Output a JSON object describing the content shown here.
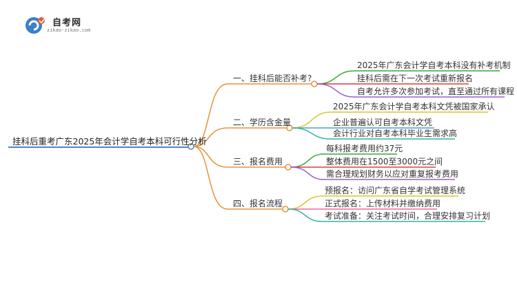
{
  "site": {
    "name": "自考网",
    "url": "zikao-zikao.com"
  },
  "root": "挂科后重考广东2025年会计学自考本科可行性分析",
  "colors": {
    "root_line": "#4a86c8",
    "branch": "#e8913a",
    "leaf_green": "#3aa63a",
    "leaf_red": "#e03a3a",
    "leaf_purple": "#9a5cd0",
    "leaf_yellow": "#d9c62a",
    "leaf_blue": "#4a9ed8",
    "leaf_teal": "#2fb3a0",
    "leaf_pink": "#e86a9a"
  },
  "branches": [
    {
      "label": "一、挂科后能否补考?",
      "leaves": [
        "2025年广东会计学自考本科没有补考机制",
        "挂科后需在下一次考试重新报名",
        "自考允许多次参加考试，直至通过所有课程"
      ]
    },
    {
      "label": "二、学历含金量",
      "leaves": [
        "2025年广东会计学自考本科文凭被国家承认",
        "企业普遍认可自考本科文凭",
        "会计行业对自考本科毕业生需求高"
      ]
    },
    {
      "label": "三、报名费用",
      "leaves": [
        "每科报考费用约37元",
        "整体费用在1500至3000元之间",
        "需合理规划财务以应对重复报考费用"
      ]
    },
    {
      "label": "四、报名流程",
      "leaves": [
        "预报名：访问广东省自学考试管理系统",
        "正式报名：上传材料并缴纳费用",
        "考试准备：关注考试时间，合理安排复习计划"
      ]
    }
  ]
}
